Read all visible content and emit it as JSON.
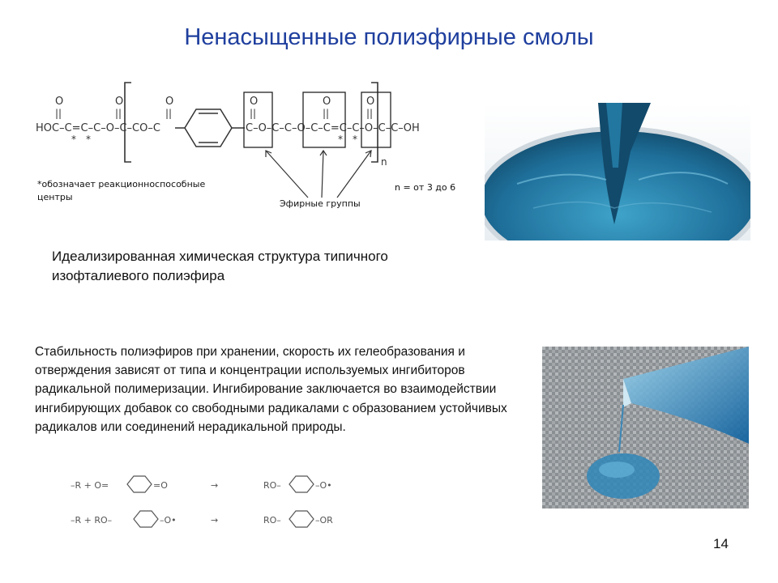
{
  "slide": {
    "title": "Ненасыщенные полиэфирные смолы",
    "page_number": "14"
  },
  "formula": {
    "main_chain": "HOC–C=C–C–O–C–CO–C",
    "tail_chain": "C–O–C–C–O–C–C=C–C–O–C–C–OH",
    "oxygen_symbol": "O",
    "double_bond_mark": "||",
    "star": "*",
    "repeat_index": "n",
    "note_reactive_centers": "*обозначает реакционноспособные центры",
    "note_n": "n = от 3 до 6",
    "label_ester_groups": "Эфирные группы"
  },
  "caption": "Идеализированная химическая структура типичного изофталиевого полиэфира",
  "body_text": "Стабильность полиэфиров при хранении, скорость их гелеобразования и отверждения зависят от типа и концентрации используемых ингибиторов радикальной полимеризации. Ингибирование заключается во взаимодействии ингибирующих добавок со свободными радикалами с образованием устойчивых радикалов или соединений нерадикальной природы.",
  "reactions": {
    "r1_left": "–R + O=",
    "r1_left_end": "=O",
    "r1_right": "RO–",
    "r1_right_end": "–O•",
    "r2_left": "–R + RO–",
    "r2_left_end": "–O•",
    "r2_right": "RO–",
    "r2_right_end": "–OR",
    "arrow": "→"
  },
  "photos": {
    "photo1": "blue resin pouring into container",
    "photo2": "blue resin poured onto fiberglass fabric"
  },
  "colors": {
    "title": "#1f3f9e",
    "resin_blue": "#1e6f9a"
  }
}
